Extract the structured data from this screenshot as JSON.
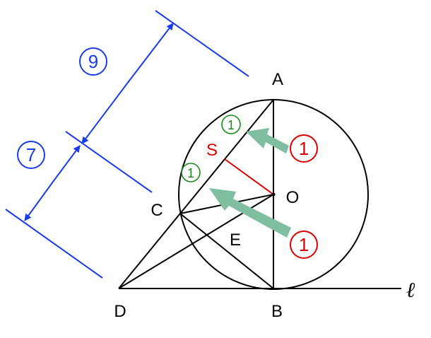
{
  "points": {
    "A": "A",
    "B": "B",
    "C": "C",
    "D": "D",
    "E": "E",
    "O": "O",
    "S": "S"
  },
  "line_label": "ℓ",
  "dimensions": {
    "upper": "9",
    "lower": "7"
  },
  "ratio_marks": {
    "upper_green": "1",
    "lower_green": "1",
    "upper_red": "1",
    "lower_red": "1"
  },
  "colors": {
    "figure": "#000000",
    "dimension": "#1a3bf0",
    "segment_S": "#e00000",
    "green_mark": "#1a8a1a",
    "red_mark": "#e00000",
    "arrow_fill": "#7fbf9f"
  }
}
